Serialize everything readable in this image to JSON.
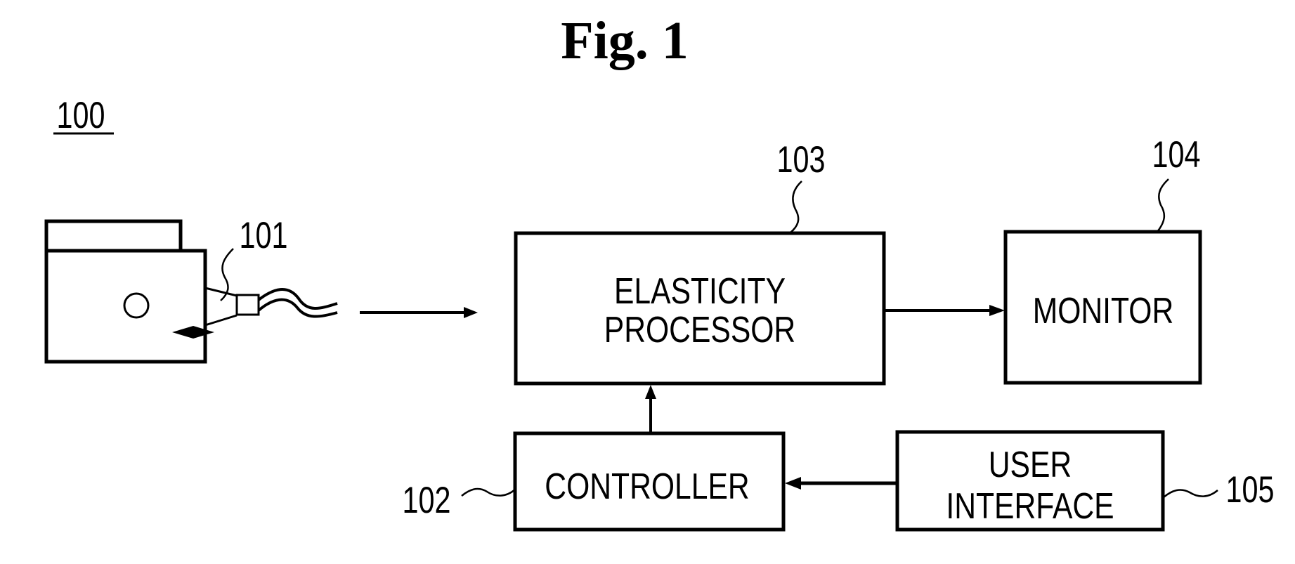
{
  "figure": {
    "title": "Fig. 1",
    "system_ref": "100"
  },
  "components": {
    "probe": {
      "ref": "101",
      "name": "probe-on-object"
    },
    "controller": {
      "ref": "102",
      "label": "CONTROLLER"
    },
    "elasticity_processor": {
      "ref": "103",
      "label_lines": [
        "ELASTICITY",
        "PROCESSOR"
      ]
    },
    "monitor": {
      "ref": "104",
      "label": "MONITOR"
    },
    "user_interface": {
      "ref": "105",
      "label_lines": [
        "USER",
        "INTERFACE"
      ]
    }
  },
  "connections": [
    {
      "from": "probe",
      "to": "elasticity_processor"
    },
    {
      "from": "elasticity_processor",
      "to": "monitor"
    },
    {
      "from": "controller",
      "to": "elasticity_processor"
    },
    {
      "from": "user_interface",
      "to": "controller"
    }
  ],
  "colors": {
    "ink": "#000000",
    "paper": "#ffffff"
  }
}
